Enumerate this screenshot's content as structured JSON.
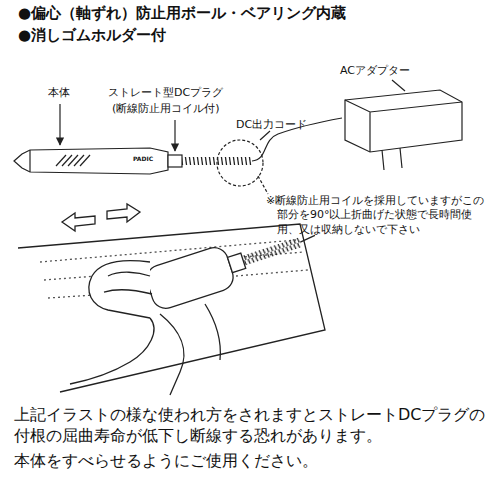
{
  "diagram": {
    "labels": [
      "●偏心（軸ずれ）防止用ボール・ベアリング内蔵",
      "●消しゴムホルダー付",
      "ACアダプター",
      "本体",
      "ストレート型DCプラグ",
      "(断線防止用コイル付)",
      "DC出力コード",
      "PADIC",
      "※断線防止用コイルを採用していますがこの部分を90°以上折曲げた状態で長時間使用、又は収納しないで下さい",
      "上記イラストの様な使われ方をされますとストレートDCプラグの付根の屈曲寿命が低下し断線する恐れがあります。",
      "本体をすべらせるようにご使用ください。"
    ]
  }
}
